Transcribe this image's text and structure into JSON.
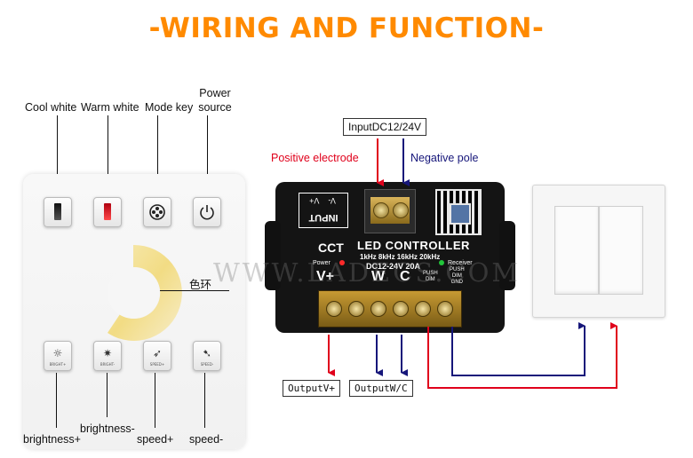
{
  "title": "-WIRING AND FUNCTION-",
  "colors": {
    "title": "#ff8a00",
    "positive": "#e0001b",
    "negative": "#16167a",
    "ring_warm": "#f0d878"
  },
  "panel_labels": {
    "cool_white": "Cool white",
    "warm_white": "Warm white",
    "mode_key": "Mode key",
    "power_source_line1": "Power",
    "power_source_line2": "source",
    "color_ring": "色环",
    "brightness_plus": "brightness+",
    "brightness_minus": "brightness-",
    "speed_plus": "speed+",
    "speed_minus": "speed-"
  },
  "key_captions": {
    "bright_plus": "BRIGHT+",
    "bright_minus": "BRIGHT-",
    "speed_plus": "SPEED+",
    "speed_minus": "SPEED-"
  },
  "controller": {
    "input_box": "InputDC12/24V",
    "positive_label": "Positive electrode",
    "negative_label": "Negative pole",
    "input_terminal": "INPUT",
    "v_minus": "V-",
    "v_plus": "V+",
    "cct": "CCT",
    "name": "LED CONTROLLER",
    "freq": "1kHz 8kHz 16kHz 20kHz",
    "rating": "DC12-24V 20A",
    "power_led": "Power",
    "receiver": "Receiver",
    "out_v_plus": "V+",
    "out_w": "W",
    "out_c": "C",
    "push_dim_a": "PUSH",
    "push_dim_b": "DiM",
    "push_dim_gnd_a": "PUSH",
    "push_dim_gnd_b": "DIM",
    "push_dim_gnd_c": "GND"
  },
  "outputs": {
    "v_plus": "OutputV+",
    "wc": "OutputW/C"
  },
  "watermark": "WWW.LADECS.COM"
}
